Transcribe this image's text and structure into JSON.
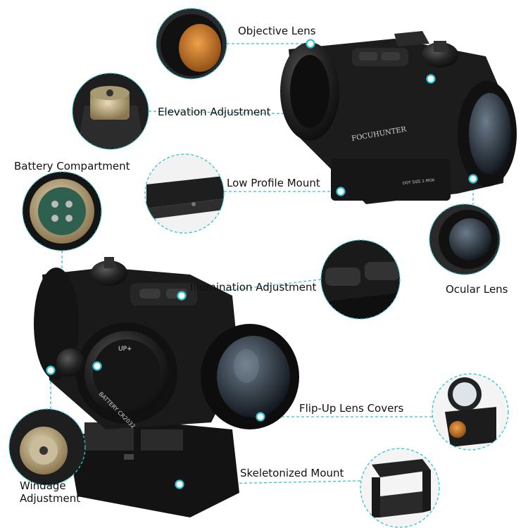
{
  "brand": "FOCUHUNTER",
  "dot_size_text": "DOT SIZE  2 MOA",
  "cap_text": "UP+",
  "battery_text": "BATTERY CR2032",
  "accent_color": "#2ec4d6",
  "labels": {
    "objective_lens": "Objective Lens",
    "elevation_adjustment": "Elevation Adjustment",
    "battery_compartment": "Battery Compartment",
    "low_profile_mount": "Low Profile Mount",
    "illumination_adjustment": "Illumination Adjustment",
    "ocular_lens": "Ocular Lens",
    "flip_up_lens_covers": "Flip-Up Lens Covers",
    "skeletonized_mount": "Skeletonized Mount",
    "windage_line1": "Windage",
    "windage_line2": "Adjustment"
  }
}
